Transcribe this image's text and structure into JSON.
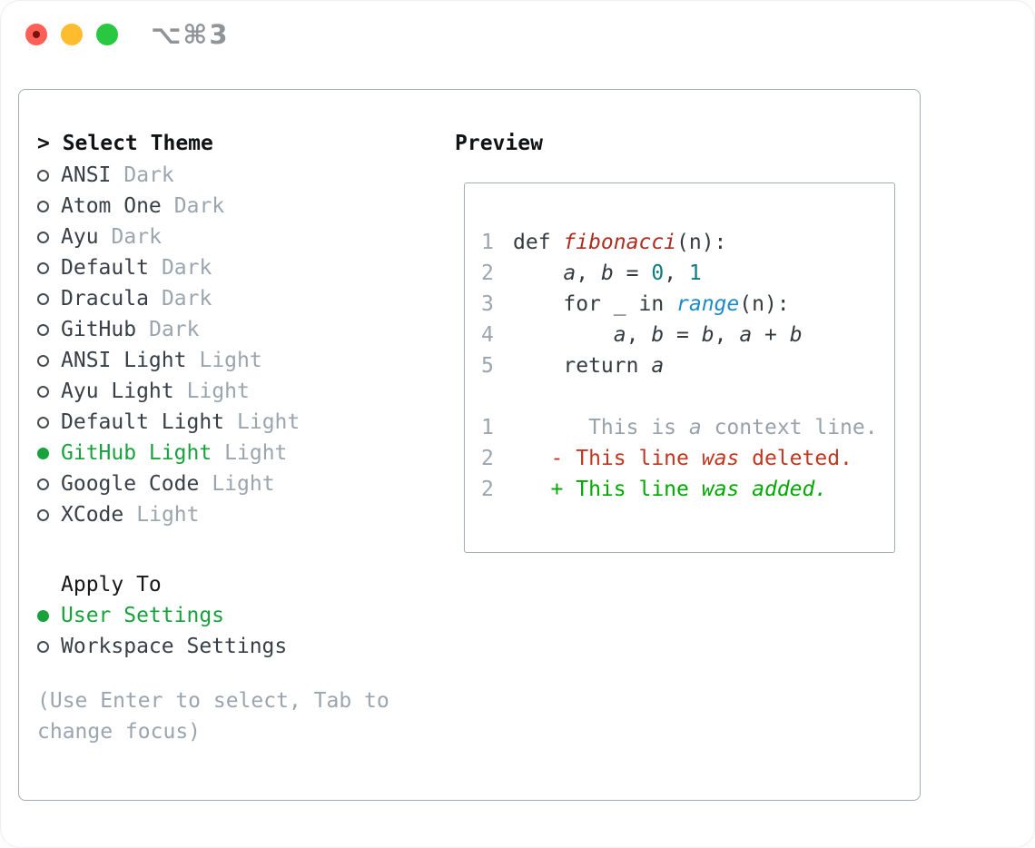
{
  "window": {
    "shortcut_label": "⌥⌘3"
  },
  "theme_panel": {
    "header": "> Select Theme",
    "items": [
      {
        "label": "ANSI",
        "variant": "Dark",
        "selected": false
      },
      {
        "label": "Atom One",
        "variant": "Dark",
        "selected": false
      },
      {
        "label": "Ayu",
        "variant": "Dark",
        "selected": false
      },
      {
        "label": "Default",
        "variant": "Dark",
        "selected": false
      },
      {
        "label": "Dracula",
        "variant": "Dark",
        "selected": false
      },
      {
        "label": "GitHub",
        "variant": "Dark",
        "selected": false
      },
      {
        "label": "ANSI Light",
        "variant": "Light",
        "selected": false
      },
      {
        "label": "Ayu Light",
        "variant": "Light",
        "selected": false
      },
      {
        "label": "Default Light",
        "variant": "Light",
        "selected": false
      },
      {
        "label": "GitHub Light",
        "variant": "Light",
        "selected": true
      },
      {
        "label": "Google Code",
        "variant": "Light",
        "selected": false
      },
      {
        "label": "XCode",
        "variant": "Light",
        "selected": false
      }
    ],
    "apply_to": {
      "header": "Apply To",
      "options": [
        {
          "label": "User Settings",
          "selected": true
        },
        {
          "label": "Workspace Settings",
          "selected": false
        }
      ]
    },
    "help_text": "(Use Enter to select, Tab to\nchange focus)"
  },
  "preview_panel": {
    "header": "Preview",
    "lines": [
      {
        "num": "1",
        "tokens": [
          {
            "t": "def ",
            "c": "kw"
          },
          {
            "t": "fibonacci",
            "c": "fn"
          },
          {
            "t": "(n):",
            "c": "pl"
          }
        ]
      },
      {
        "num": "2",
        "tokens": [
          {
            "t": "    ",
            "c": "pl"
          },
          {
            "t": "a",
            "c": "var"
          },
          {
            "t": ", ",
            "c": "pl"
          },
          {
            "t": "b",
            "c": "var"
          },
          {
            "t": " = ",
            "c": "pl"
          },
          {
            "t": "0",
            "c": "num"
          },
          {
            "t": ", ",
            "c": "pl"
          },
          {
            "t": "1",
            "c": "num"
          }
        ]
      },
      {
        "num": "3",
        "tokens": [
          {
            "t": "    for _ in ",
            "c": "pl"
          },
          {
            "t": "range",
            "c": "call"
          },
          {
            "t": "(n):",
            "c": "pl"
          }
        ]
      },
      {
        "num": "4",
        "tokens": [
          {
            "t": "        ",
            "c": "pl"
          },
          {
            "t": "a",
            "c": "var"
          },
          {
            "t": ", ",
            "c": "pl"
          },
          {
            "t": "b",
            "c": "var"
          },
          {
            "t": " = ",
            "c": "pl"
          },
          {
            "t": "b",
            "c": "var"
          },
          {
            "t": ", ",
            "c": "pl"
          },
          {
            "t": "a",
            "c": "var"
          },
          {
            "t": " + ",
            "c": "pl"
          },
          {
            "t": "b",
            "c": "var"
          }
        ]
      },
      {
        "num": "5",
        "tokens": [
          {
            "t": "    return ",
            "c": "pl"
          },
          {
            "t": "a",
            "c": "var"
          }
        ]
      },
      {
        "num": "",
        "tokens": []
      },
      {
        "num": "1",
        "tokens": [
          {
            "t": "      This is ",
            "c": "ctx"
          },
          {
            "t": "a",
            "c": "ctxi"
          },
          {
            "t": " context line.",
            "c": "ctx"
          }
        ]
      },
      {
        "num": "2",
        "tokens": [
          {
            "t": "   - This line ",
            "c": "del"
          },
          {
            "t": "was",
            "c": "deli"
          },
          {
            "t": " deleted.",
            "c": "del"
          }
        ]
      },
      {
        "num": "2",
        "tokens": [
          {
            "t": "   + This line ",
            "c": "add"
          },
          {
            "t": "was",
            "c": "addi"
          },
          {
            "t": " ",
            "c": "add"
          },
          {
            "t": "added.",
            "c": "addi"
          }
        ]
      }
    ]
  },
  "colors": {
    "accent_green": "#18a23c",
    "added_green": "#00a800",
    "deleted_red": "#c1361f",
    "function_red": "#ad2c1e",
    "number_teal": "#0e7b7d",
    "builtin_blue": "#1e8bc7",
    "text_dark": "#333a40",
    "muted_gray": "#9aa5ae",
    "border_gray": "#a3adb7",
    "traffic_red": "#ff5f57",
    "traffic_yellow": "#febc2e",
    "traffic_green": "#28c840"
  }
}
